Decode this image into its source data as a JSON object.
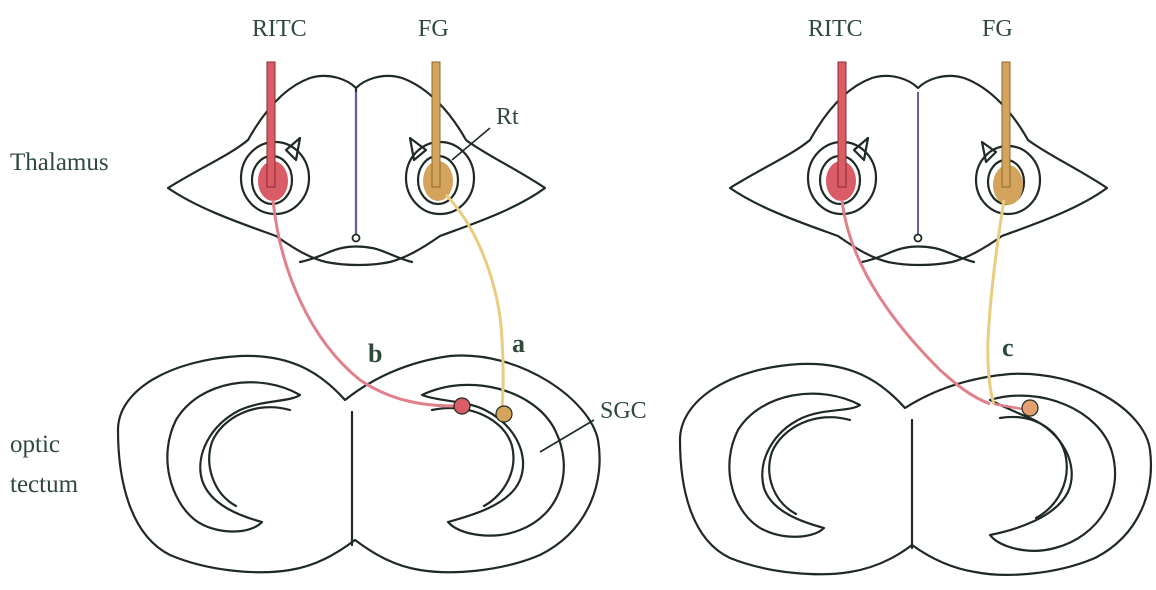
{
  "labels": {
    "left_ritc": "RITC",
    "left_fg": "FG",
    "right_ritc": "RITC",
    "right_fg": "FG",
    "rt": "Rt",
    "thalamus": "Thalamus",
    "optic": "optic",
    "tectum": "tectum",
    "sgc": "SGC",
    "path_a": "a",
    "path_b": "b",
    "path_c": "c"
  },
  "colors": {
    "ritc": "#d95c66",
    "fg": "#d4a35c",
    "ritc_path": "#e0808a",
    "fg_path": "#e8cc80",
    "outline": "#1f2a24",
    "midline": "#6a5aa0",
    "text": "#2f4a3c"
  }
}
